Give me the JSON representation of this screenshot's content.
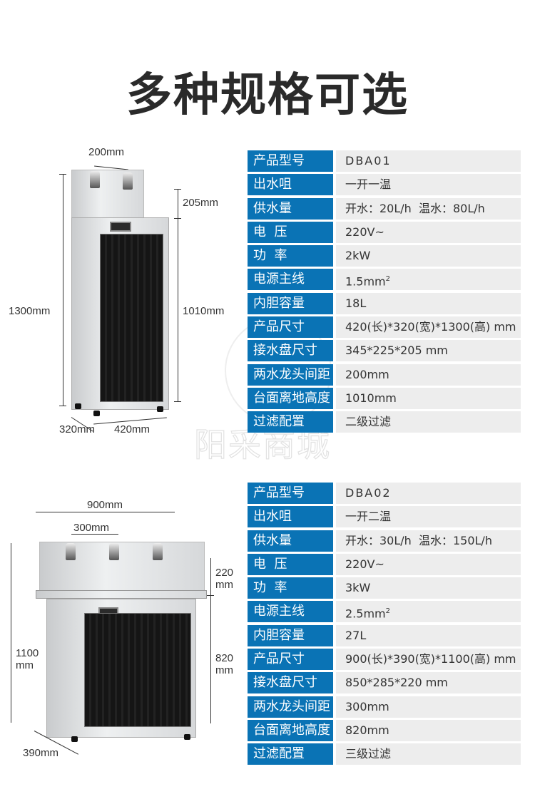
{
  "title": "多种规格可选",
  "watermark": "阳采商城",
  "products": [
    {
      "dimensions": {
        "tap_spacing": "200mm",
        "basin_height": "205mm",
        "total_height": "1300mm",
        "counter_height": "1010mm",
        "depth": "320mm",
        "width": "420mm"
      },
      "specs": [
        {
          "label": "产品型号",
          "value": "DBA01"
        },
        {
          "label": "出水咀",
          "value": "一开一温"
        },
        {
          "label": "供水量",
          "value": "开水：20L/h  温水：80L/h"
        },
        {
          "label": "电  压",
          "value": "220V~"
        },
        {
          "label": "功  率",
          "value": "2kW"
        },
        {
          "label": "电源主线",
          "value": "1.5mm",
          "sup": "2"
        },
        {
          "label": "内胆容量",
          "value": "18L"
        },
        {
          "label": "产品尺寸",
          "value": "420(长)*320(宽)*1300(高) mm"
        },
        {
          "label": "接水盘尺寸",
          "value": "345*225*205 mm"
        },
        {
          "label": "两水龙头间距",
          "value": "200mm"
        },
        {
          "label": "台面离地高度",
          "value": "1010mm"
        },
        {
          "label": "过滤配置",
          "value": "二级过滤"
        }
      ]
    },
    {
      "dimensions": {
        "total_width": "900mm",
        "tap_spacing": "300mm",
        "basin_height_num": "220",
        "basin_height_unit": "mm",
        "total_height_num": "1100",
        "total_height_unit": "mm",
        "counter_height_num": "820",
        "counter_height_unit": "mm",
        "depth": "390mm"
      },
      "specs": [
        {
          "label": "产品型号",
          "value": "DBA02"
        },
        {
          "label": "出水咀",
          "value": "一开二温"
        },
        {
          "label": "供水量",
          "value": "开水：30L/h  温水：150L/h"
        },
        {
          "label": "电  压",
          "value": "220V~"
        },
        {
          "label": "功  率",
          "value": "3kW"
        },
        {
          "label": "电源主线",
          "value": "2.5mm",
          "sup": "2"
        },
        {
          "label": "内胆容量",
          "value": "27L"
        },
        {
          "label": "产品尺寸",
          "value": "900(长)*390(宽)*1100(高) mm"
        },
        {
          "label": "接水盘尺寸",
          "value": "850*285*220 mm"
        },
        {
          "label": "两水龙头间距",
          "value": "300mm"
        },
        {
          "label": "台面离地高度",
          "value": "820mm"
        },
        {
          "label": "过滤配置",
          "value": "三级过滤"
        }
      ]
    }
  ],
  "colors": {
    "label_bg": "#0a73b5",
    "value_bg": "#ededed"
  }
}
